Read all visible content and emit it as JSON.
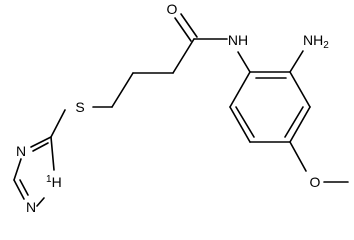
{
  "structure": {
    "atoms": {
      "O": "O",
      "NH": "NH",
      "NH2": "NH",
      "NH2_sub": "2",
      "S": "S",
      "O_methoxy": "O",
      "N_triazole_1": "N",
      "N_triazole_2": "N",
      "NH_triazole": "H",
      "NH_triazole_prefix": "1"
    }
  },
  "colors": {
    "bond": "#000000",
    "background": "#ffffff"
  }
}
